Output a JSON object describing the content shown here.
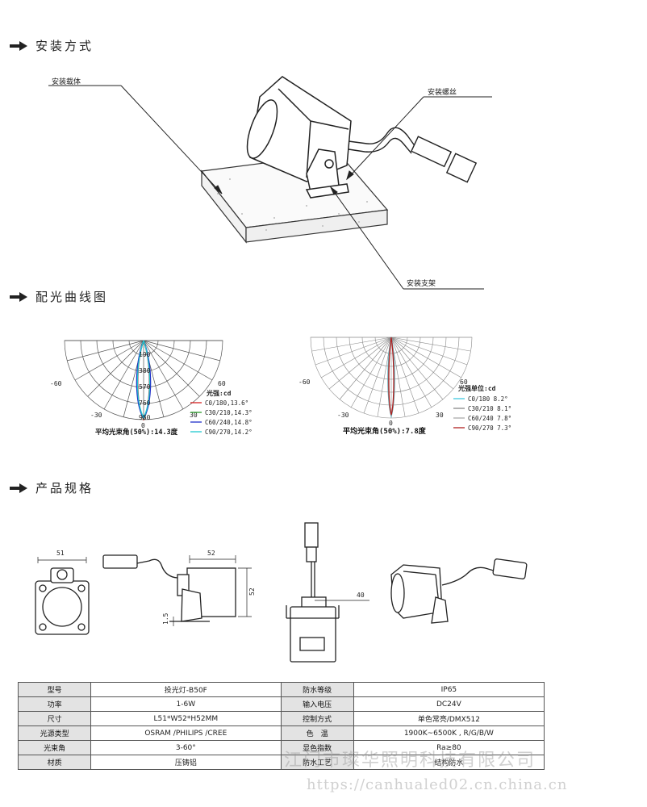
{
  "sections": {
    "install": "安装方式",
    "curve": "配光曲线图",
    "spec": "产品规格"
  },
  "install_labels": {
    "carrier": "安装载体",
    "screw": "安装螺丝",
    "bracket": "安装支架"
  },
  "curve_left": {
    "unit": "光强:cd",
    "angle_neg60": "-60",
    "angle_60": "60",
    "angle_neg30": "-30",
    "angle_30": "30",
    "angle_0": "0",
    "ring_labels": [
      "190",
      "380",
      "570",
      "760",
      "950"
    ],
    "legend": [
      "C0/180,13.6°",
      "C30/210,14.3°",
      "C60/240,14.8°",
      "C90/270,14.2°"
    ],
    "legend_colors": [
      "#d62020",
      "#2a9a2a",
      "#2030c8",
      "#20c8d0"
    ],
    "caption": "平均光束角(50%):14.3度"
  },
  "curve_right": {
    "unit": "光强单位:cd",
    "angle_neg60": "-60",
    "angle_60": "60",
    "angle_neg30": "-30",
    "angle_30": "30",
    "angle_0": "0",
    "legend": [
      "C0/180  8.2°",
      "C30/210 8.1°",
      "C60/240 7.8°",
      "C90/270 7.3°"
    ],
    "legend_colors": [
      "#40c8e0",
      "#888888",
      "#aaaaaa",
      "#b02020"
    ],
    "caption": "平均光束角(50%):7.8度"
  },
  "dims": {
    "w51": "51",
    "w52": "52",
    "h52": "52",
    "t15": "1.5",
    "d40": "40"
  },
  "spec_rows": [
    [
      "型号",
      "投光灯-B50F",
      "防水等级",
      "IP65"
    ],
    [
      "功率",
      "1-6W",
      "输入电压",
      "DC24V"
    ],
    [
      "尺寸",
      "L51*W52*H52MM",
      "控制方式",
      "单色常亮/DMX512"
    ],
    [
      "光源类型",
      "OSRAM /PHILIPS /CREE",
      "色　温",
      "1900K~6500K , R/G/B/W"
    ],
    [
      "光束角",
      "3-60°",
      "显色指数",
      "Ra≥80"
    ],
    [
      "材质",
      "压铸铝",
      "防水工艺",
      "结构防水"
    ]
  ],
  "watermark": {
    "line1": "江门市璨华照明科技有限公司",
    "line2": "https://canhualed02.cn.china.cn"
  }
}
